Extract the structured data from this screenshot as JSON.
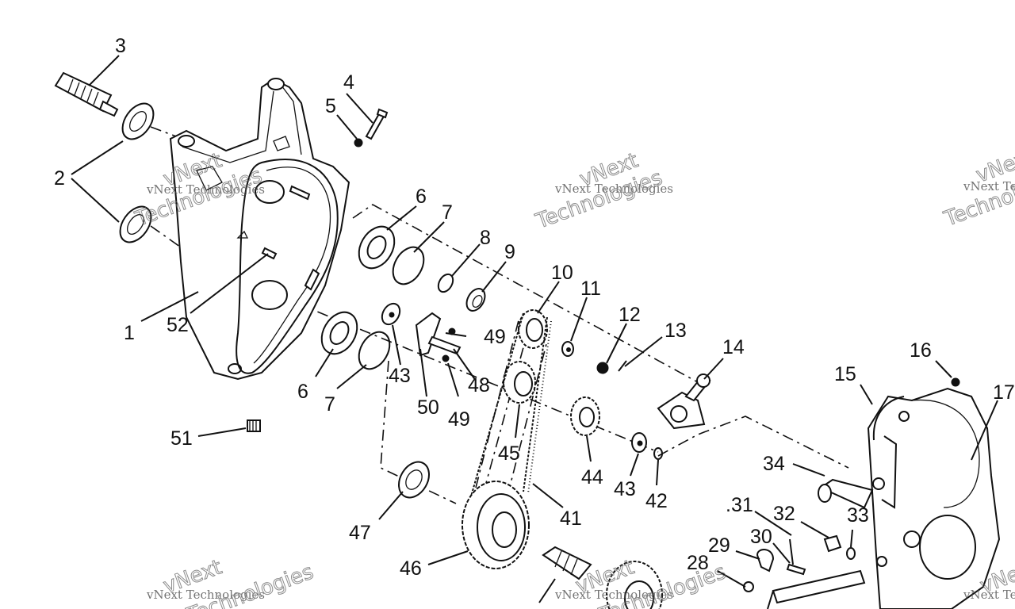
{
  "diagram": {
    "callouts": [
      {
        "id": "3",
        "label": "3"
      },
      {
        "id": "4",
        "label": "4"
      },
      {
        "id": "5",
        "label": "5"
      },
      {
        "id": "2",
        "label": "2"
      },
      {
        "id": "6a",
        "label": "6"
      },
      {
        "id": "7a",
        "label": "7"
      },
      {
        "id": "8",
        "label": "8"
      },
      {
        "id": "9",
        "label": "9"
      },
      {
        "id": "10",
        "label": "10"
      },
      {
        "id": "11",
        "label": "11"
      },
      {
        "id": "12",
        "label": "12"
      },
      {
        "id": "13",
        "label": "13"
      },
      {
        "id": "14",
        "label": "14"
      },
      {
        "id": "16",
        "label": "16"
      },
      {
        "id": "15",
        "label": "15"
      },
      {
        "id": "17",
        "label": "17"
      },
      {
        "id": "1",
        "label": "1"
      },
      {
        "id": "52",
        "label": "52"
      },
      {
        "id": "49a",
        "label": "49"
      },
      {
        "id": "43a",
        "label": "43"
      },
      {
        "id": "48",
        "label": "48"
      },
      {
        "id": "6b",
        "label": "6"
      },
      {
        "id": "7b",
        "label": "7"
      },
      {
        "id": "50",
        "label": "50"
      },
      {
        "id": "49b",
        "label": "49"
      },
      {
        "id": "51",
        "label": "51"
      },
      {
        "id": "45",
        "label": "45"
      },
      {
        "id": "44",
        "label": "44"
      },
      {
        "id": "43b",
        "label": "43"
      },
      {
        "id": "42",
        "label": "42"
      },
      {
        "id": "34",
        "label": "34"
      },
      {
        "id": "41",
        "label": "41"
      },
      {
        "id": "47",
        "label": "47"
      },
      {
        "id": "31",
        "label": ".31"
      },
      {
        "id": "32",
        "label": "32"
      },
      {
        "id": "33",
        "label": "33"
      },
      {
        "id": "30",
        "label": "30"
      },
      {
        "id": "29",
        "label": "29"
      },
      {
        "id": "28",
        "label": "28"
      },
      {
        "id": "46",
        "label": "46"
      }
    ],
    "watermarks": {
      "small": "vNext Technologies",
      "big_top": "vNext",
      "big_bottom": "Technologies"
    }
  }
}
